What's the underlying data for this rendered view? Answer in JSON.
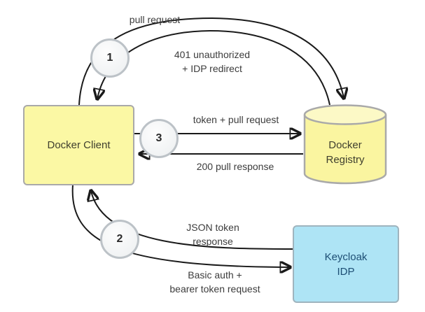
{
  "diagram": {
    "nodes": {
      "docker_client": {
        "label": "Docker Client",
        "fill": "#FBF8A4",
        "shape": "rectangle"
      },
      "docker_registry": {
        "label": "Docker\nRegistry",
        "fill": "#FAF5A0",
        "shape": "cylinder"
      },
      "keycloak_idp": {
        "label": "Keycloak\nIDP",
        "fill": "#AEE4F5",
        "text_color": "#1D4E74",
        "shape": "rectangle"
      }
    },
    "steps": {
      "one": "1",
      "two": "2",
      "three": "3"
    },
    "edges": {
      "pull_request": {
        "label": "pull request",
        "from": "docker_client",
        "to": "docker_registry"
      },
      "unauthorized_redirect": {
        "label": "401 unauthorized\n+ IDP redirect",
        "from": "docker_registry",
        "to": "docker_client"
      },
      "token_pull_request": {
        "label": "token + pull request",
        "from": "docker_client",
        "to": "docker_registry"
      },
      "pull_response": {
        "label": "200 pull response",
        "from": "docker_registry",
        "to": "docker_client"
      },
      "json_token_response": {
        "label": "JSON token\nresponse",
        "from": "keycloak_idp",
        "to": "docker_client"
      },
      "basic_auth_request": {
        "label": "Basic auth +\nbearer token request",
        "from": "docker_client",
        "to": "keycloak_idp"
      }
    },
    "colors": {
      "node_yellow": "#FBF8A4",
      "node_blue": "#AEE4F5",
      "border_gray": "#A9A9A9",
      "arrow_black": "#1A1A1A",
      "keycloak_text": "#1D4E74",
      "label_text": "#3C3C3C"
    }
  }
}
